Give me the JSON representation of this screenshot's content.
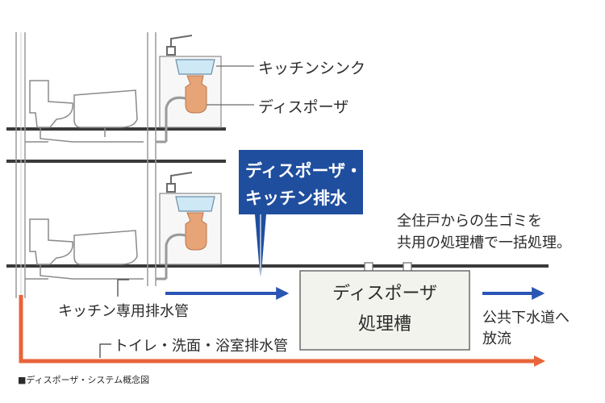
{
  "labels": {
    "kitchen_sink": "キッチンシンク",
    "disposer": "ディスポーザ",
    "callout_line1": "ディスポーザ・",
    "callout_line2": "キッチン排水",
    "note_line1": "全住戸からの生ゴミを",
    "note_line2": "共用の処理槽で一括処理。",
    "tank_line1": "ディスポーザ",
    "tank_line2": "処理槽",
    "kitchen_drain": "キッチン専用排水管",
    "toilet_drain": "トイレ・洗面・浴室排水管",
    "sewer_line1": "公共下水道へ",
    "sewer_line2": "放流",
    "caption": "■ディスポーザ・システム概念図"
  },
  "colors": {
    "callout_blue": "#1f4e9e",
    "flow_blue": "#2a55b5",
    "orange": "#e8643a",
    "disposer_fill": "#e7a477",
    "sink_water": "#cfe8f5",
    "tank_fill": "#f3f3ee",
    "floor": "#3a3a3a"
  },
  "icons": {
    "flow_arrow": "arrow-right-icon",
    "toilet": "toilet-icon",
    "bathtub": "bathtub-icon",
    "faucet": "faucet-icon"
  }
}
